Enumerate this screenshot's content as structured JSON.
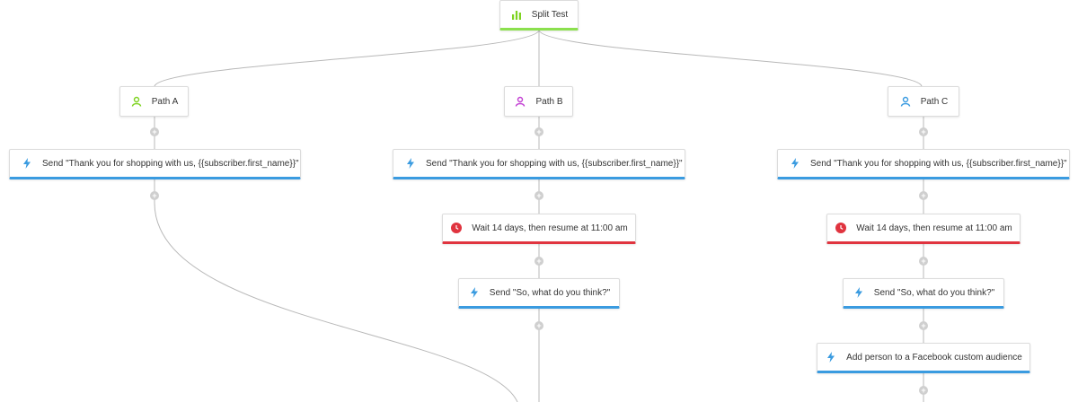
{
  "workflow": {
    "split_node": {
      "label": "Split Test",
      "icon": "bar-chart-icon",
      "accent": "#8be04e"
    },
    "paths": [
      {
        "label": "Path A",
        "icon": "person-icon",
        "icon_color": "#7ed321"
      },
      {
        "label": "Path B",
        "icon": "person-icon",
        "icon_color": "#c23fd3"
      },
      {
        "label": "Path C",
        "icon": "person-icon",
        "icon_color": "#3a9be0"
      }
    ],
    "steps": {
      "send_thank_you": "Send \"Thank you for shopping with us, {{subscriber.first_name}}\"",
      "wait": "Wait 14 days, then resume at 11:00 am",
      "send_what_do_you_think": "Send \"So, what do you think?\"",
      "facebook_audience": "Add person to a Facebook custom audience"
    },
    "colors": {
      "action_accent": "#3a9be0",
      "wait_accent": "#e0343f",
      "connector": "#b8b8b8"
    },
    "icons": {
      "action": "lightning-icon",
      "wait": "clock-icon",
      "add": "plus-icon"
    }
  }
}
